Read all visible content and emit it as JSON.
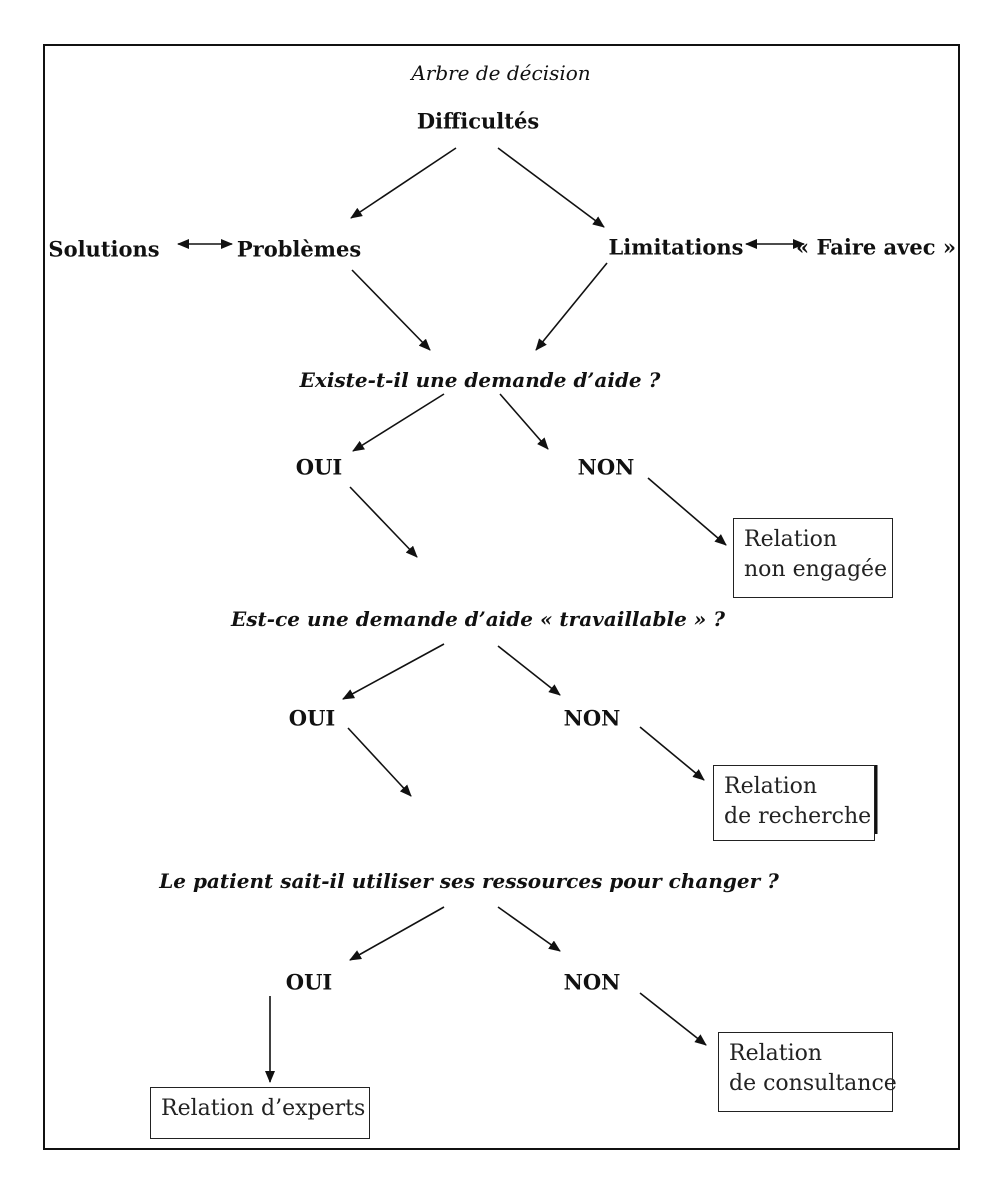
{
  "title": "Arbre de décision",
  "root": "Difficultés",
  "level1": {
    "solutions": "Solutions",
    "problemes": "Problèmes",
    "limitations": "Limitations",
    "faire_avec": "« Faire avec »"
  },
  "q1": {
    "question": "Existe-t-il une demande d’aide ?",
    "oui": "OUI",
    "non": "NON",
    "non_result": [
      "Relation",
      "non engagée"
    ]
  },
  "q2": {
    "question": "Est-ce une demande d’aide « travaillable » ?",
    "oui": "OUI",
    "non": "NON",
    "non_result": [
      "Relation",
      "de recherche"
    ]
  },
  "q3": {
    "question": "Le patient sait-il utiliser ses ressources pour changer ?",
    "oui": "OUI",
    "non": "NON",
    "oui_result": "Relation d’experts",
    "non_result": [
      "Relation",
      "de consultance"
    ]
  }
}
